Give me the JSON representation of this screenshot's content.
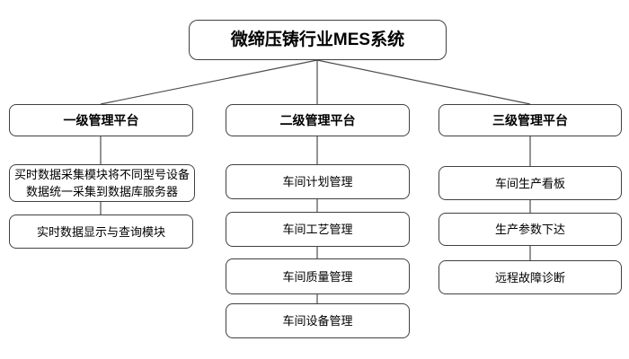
{
  "diagram": {
    "title": "微缔压铸行业MES系统",
    "columns": [
      {
        "header": "一级管理平台",
        "items": [
          "买时数据采集模块将不同型号设备数据统一采集到数据库服务器",
          "实时数据显示与查询模块"
        ]
      },
      {
        "header": "二级管理平台",
        "items": [
          "车间计划管理",
          "车间工艺管理",
          "车间质量管理",
          "车间设备管理"
        ]
      },
      {
        "header": "三级管理平台",
        "items": [
          "车间生产看板",
          "生产参数下达",
          "远程故障诊断"
        ]
      }
    ],
    "colors": {
      "box_border": "#404040",
      "connector": "#4d4d4d",
      "background": "#ffffff",
      "text": "#000000"
    }
  }
}
